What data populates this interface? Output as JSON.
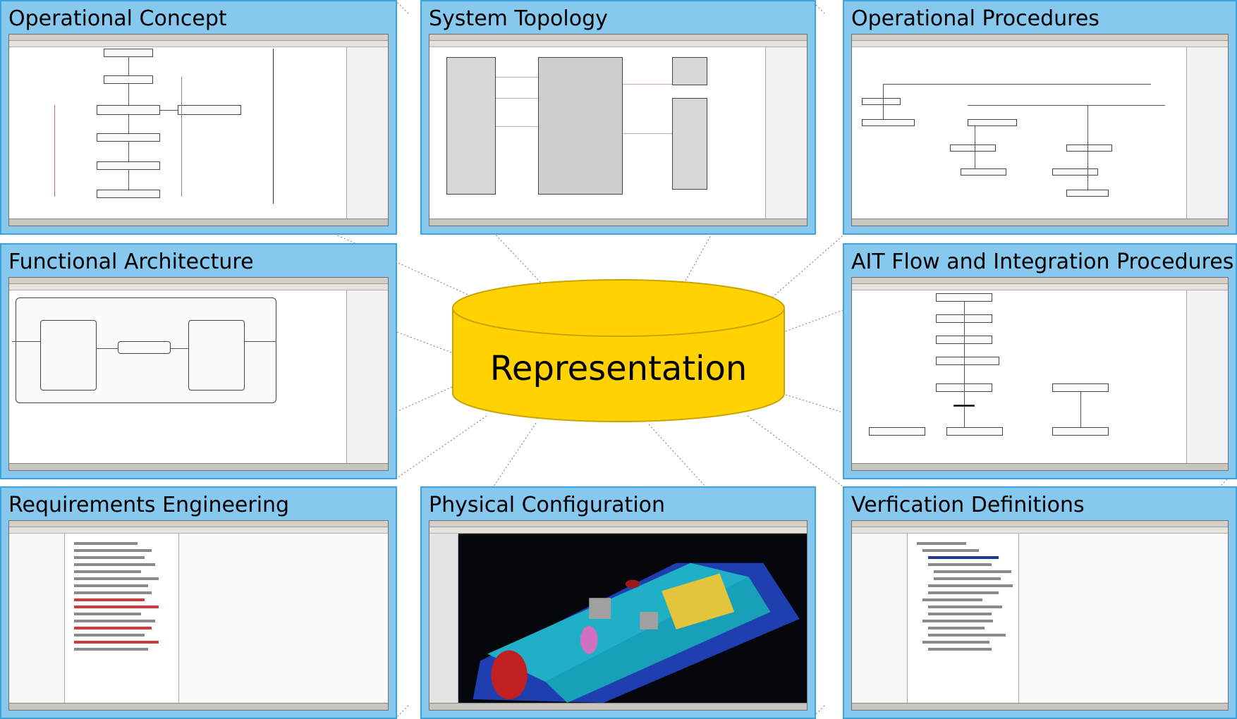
{
  "center": {
    "label": "Representation",
    "fill": "#ffd200",
    "stroke": "#c9a400"
  },
  "panels": [
    {
      "title": "Operational Concept"
    },
    {
      "title": "System Topology"
    },
    {
      "title": "Operational Procedures"
    },
    {
      "title": "Functional Architecture"
    },
    {
      "title": "AIT Flow and Integration Procedures"
    },
    {
      "title": "Requirements Engineering"
    },
    {
      "title": "Physical Configuration"
    },
    {
      "title": "Verfication Definitions"
    }
  ],
  "colors": {
    "panel_fill": "#86c8ee",
    "panel_border": "#3aa3e0",
    "connector": "#777777"
  }
}
